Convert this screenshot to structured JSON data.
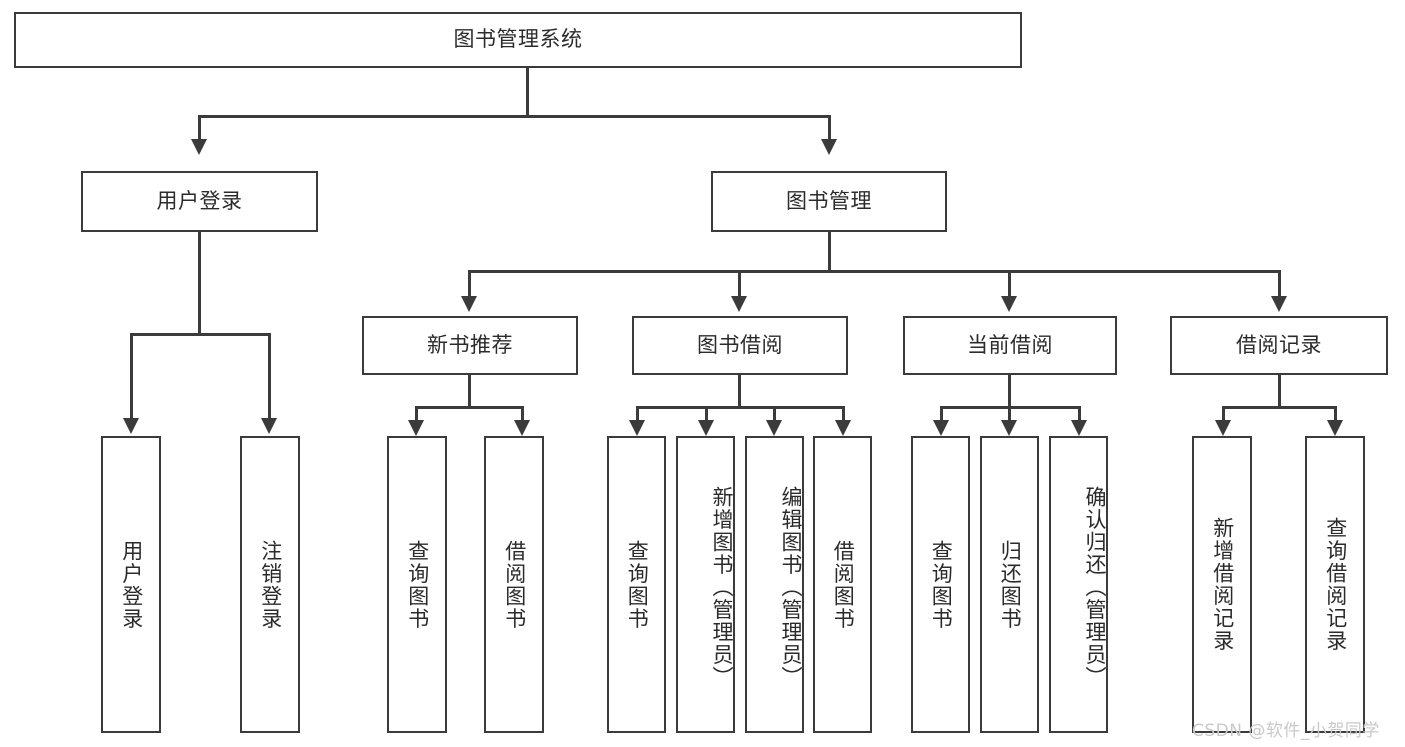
{
  "diagram": {
    "title": "图书管理系统",
    "watermark": "CSDN @软件_小贺同学",
    "type": "tree-hierarchy-diagram",
    "line_color": "#3b3b3b",
    "text_color": "#2b2b2b",
    "background_color": "#ffffff",
    "root": {
      "label": "图书管理系统"
    },
    "level2": [
      {
        "label": "用户登录"
      },
      {
        "label": "图书管理"
      }
    ],
    "level3": [
      {
        "label": "新书推荐"
      },
      {
        "label": "图书借阅"
      },
      {
        "label": "当前借阅"
      },
      {
        "label": "借阅记录"
      }
    ],
    "leaves": {
      "user_login": [
        {
          "label": "用户登录"
        },
        {
          "label": "注销登录"
        }
      ],
      "new_book_recommend": [
        {
          "label": "查询图书"
        },
        {
          "label": "借阅图书"
        }
      ],
      "book_borrow": [
        {
          "label": "查询图书"
        },
        {
          "label": "新增图书（管理员）"
        },
        {
          "label": "编辑图书（管理员）"
        },
        {
          "label": "借阅图书"
        }
      ],
      "current_borrow": [
        {
          "label": "查询图书"
        },
        {
          "label": "归还图书"
        },
        {
          "label": "确认归还（管理员）"
        }
      ],
      "borrow_record": [
        {
          "label": "新增借阅记录"
        },
        {
          "label": "查询借阅记录"
        }
      ]
    }
  }
}
